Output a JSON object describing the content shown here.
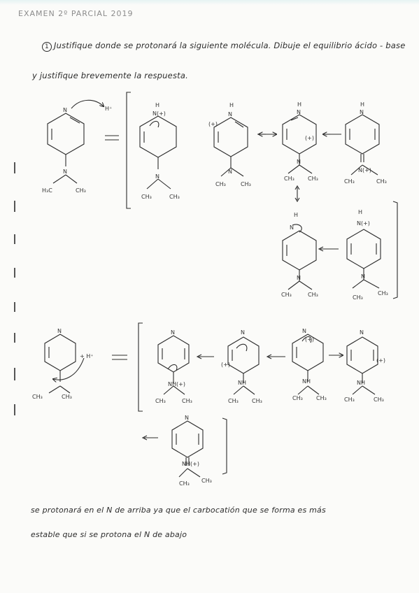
{
  "header": {
    "title": "EXAMEN 2º PARCIAL 2019"
  },
  "question": {
    "number": "1",
    "line1": "Justifique donde se protonará la siguiente molécula. Dibuje el equilibrio ácido - base",
    "line2": "y justifique brevemente la respuesta."
  },
  "labels": {
    "n": "N",
    "nh": "NH",
    "nh_plus": "N(+)",
    "h": "H",
    "h_plus": "H⁺",
    "plus_h": "+ H⁺",
    "plus": "(+)",
    "ch3": "CH₃",
    "h3c": "H₃C",
    "nh_plus_amine": "NH(+)"
  },
  "conclusion": {
    "line1": "se protonará en el N de arriba ya que el carbocatión que se forma es más",
    "line2": "estable que si se protona el N de abajo"
  },
  "colors": {
    "ink": "#2c2c2c",
    "paper": "#fbfbf9",
    "header_ink": "#8c8c8c"
  }
}
